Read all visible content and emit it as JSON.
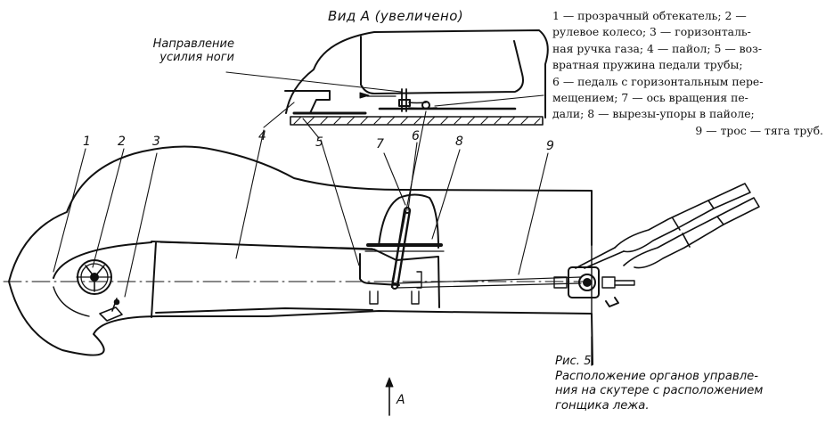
{
  "view_title": "Вид А (увеличено)",
  "force_label": [
    "Направление",
    "усилия ноги"
  ],
  "callouts": [
    "1",
    "2",
    "3",
    "4",
    "5",
    "6",
    "7",
    "8",
    "9"
  ],
  "legend_lines": [
    "1 — прозрачный обтекатель; 2 —",
    "рулевое колесо; 3 — горизонталь-",
    "ная ручка газа; 4 — пайол; 5 — воз-",
    "вратная пружина педали трубы;",
    "6 — педаль с горизонтальным пере-",
    "мещением; 7 — ось вращения пе-",
    "дали; 8 — вырезы-упоры в пайоле;",
    "9 — трос — тяга труб."
  ],
  "caption_lines": [
    "Рис. 5.",
    "Расположение органов управле-",
    "ния на скутере с расположением",
    "гонщика лежа."
  ],
  "arrow_label": "А",
  "colors": {
    "ink": "#111111",
    "paper": "#ffffff"
  }
}
